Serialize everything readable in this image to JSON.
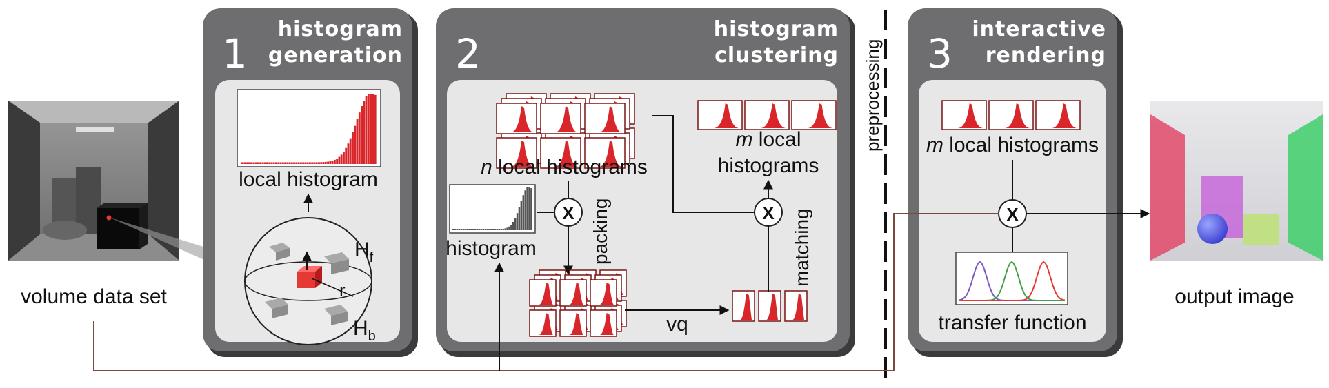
{
  "input_label": "volume data set",
  "output_label": "output image",
  "preprocessing_label": "preprocessing",
  "stage1": {
    "number": "1",
    "title_line1": "histogram",
    "title_line2": "generation",
    "local_histogram": "local histogram",
    "hf": "H",
    "hf_sub": "f",
    "hb": "H",
    "hb_sub": "b",
    "r": "r"
  },
  "stage2": {
    "number": "2",
    "title_line1": "histogram",
    "title_line2": "clustering",
    "n_var": "n",
    "n_text": " local histograms",
    "m_var": "m",
    "m_text": " local",
    "m_line2": "histograms",
    "histogram": "histogram",
    "packing": "packing",
    "matching": "matching",
    "vq": "vq",
    "x": "X"
  },
  "stage3": {
    "number": "3",
    "title_line1": "interactive",
    "title_line2": "rendering",
    "m_var": "m",
    "m_text": " local histograms",
    "transfer_function": "transfer function",
    "x": "X"
  },
  "colors": {
    "panel": "#6e6e70",
    "inner": "#e7e7e7",
    "line": "#7a4b3c",
    "hist_red": "#d8262b"
  }
}
